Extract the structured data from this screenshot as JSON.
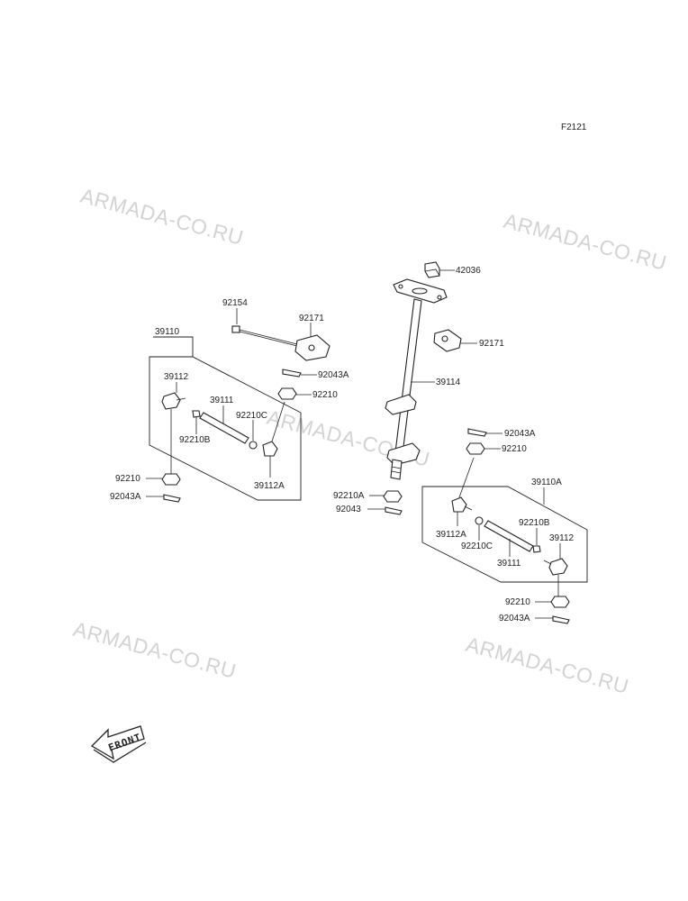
{
  "diagram_code": "F2121",
  "watermark": "ARMADA-CO.RU",
  "front_label": "FRONT",
  "labels": {
    "l42036": "42036",
    "l92154": "92154",
    "l92171_left": "92171",
    "l92171_right": "92171",
    "l39110": "39110",
    "l92043a_1": "92043A",
    "l39114": "39114",
    "l39112_left": "39112",
    "l92210_1": "92210",
    "l39111_left": "39111",
    "l92210c_left": "92210C",
    "l92210b_left": "92210B",
    "l92043a_2": "92043A",
    "l92210_2": "92210",
    "l92210_3": "92210",
    "l39112a_left": "39112A",
    "l39110a": "39110A",
    "l92043a_3": "92043A",
    "l92210a": "92210A",
    "l92043": "92043",
    "l39112a_right": "39112A",
    "l92210b_right": "92210B",
    "l92210c_right": "92210C",
    "l39112_right": "39112",
    "l39111_right": "39111",
    "l92210_4": "92210",
    "l92043a_4": "92043A"
  }
}
